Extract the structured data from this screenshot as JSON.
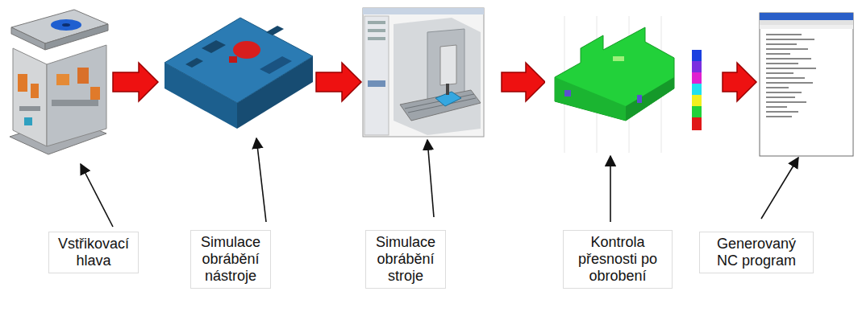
{
  "diagram": {
    "nodes": [
      {
        "text": [
          "Vstřikovací hlava"
        ]
      },
      {
        "text": [
          "Simulace obrábění nástroje"
        ]
      },
      {
        "text": [
          "Simulace obrábění stroje"
        ]
      },
      {
        "text": [
          "Kontrola přesnosti po obrobení"
        ]
      },
      {
        "text": [
          "Generovaný NC program"
        ]
      }
    ]
  }
}
